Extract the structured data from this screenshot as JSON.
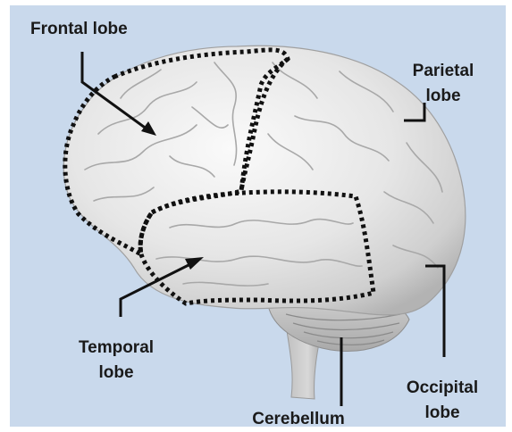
{
  "labels": {
    "frontal": "Frontal lobe",
    "parietal_line1": "Parietal",
    "parietal_line2": "lobe",
    "temporal_line1": "Temporal",
    "temporal_line2": "lobe",
    "occipital_line1": "Occipital",
    "occipital_line2": "lobe",
    "cerebellum": "Cerebellum"
  },
  "colors": {
    "background": "#c9d9ec",
    "brain": "#e9e9e9",
    "brain_shadow": "#b8b8b8",
    "outline_dots": "#111111",
    "label_text": "#1a1a1a"
  }
}
